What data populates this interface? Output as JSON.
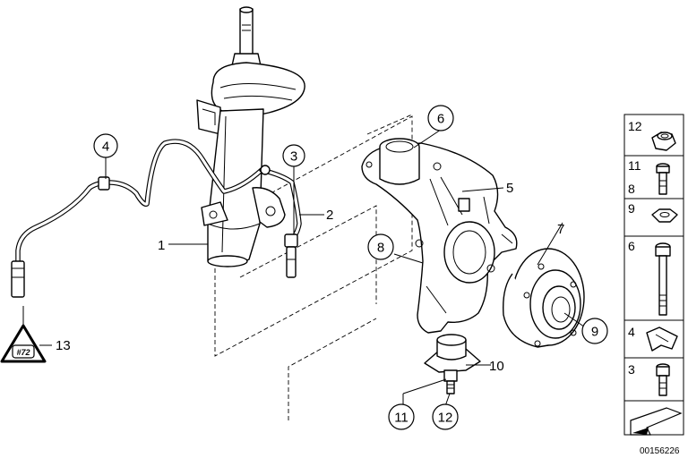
{
  "diagram": {
    "document_number": "00156226",
    "callouts": {
      "c1": "1",
      "c2": "2",
      "c3": "3",
      "c4": "4",
      "c5": "5",
      "c6": "6",
      "c7": "7",
      "c8": "8",
      "c9": "9",
      "c10": "10",
      "c11": "11",
      "c12": "12",
      "c13": "13"
    },
    "sidebar": {
      "s12": "12",
      "s11": "11",
      "s8": "8",
      "s9": "9",
      "s6": "6",
      "s4": "4",
      "s3": "3"
    },
    "warning_label_text": "#72"
  }
}
